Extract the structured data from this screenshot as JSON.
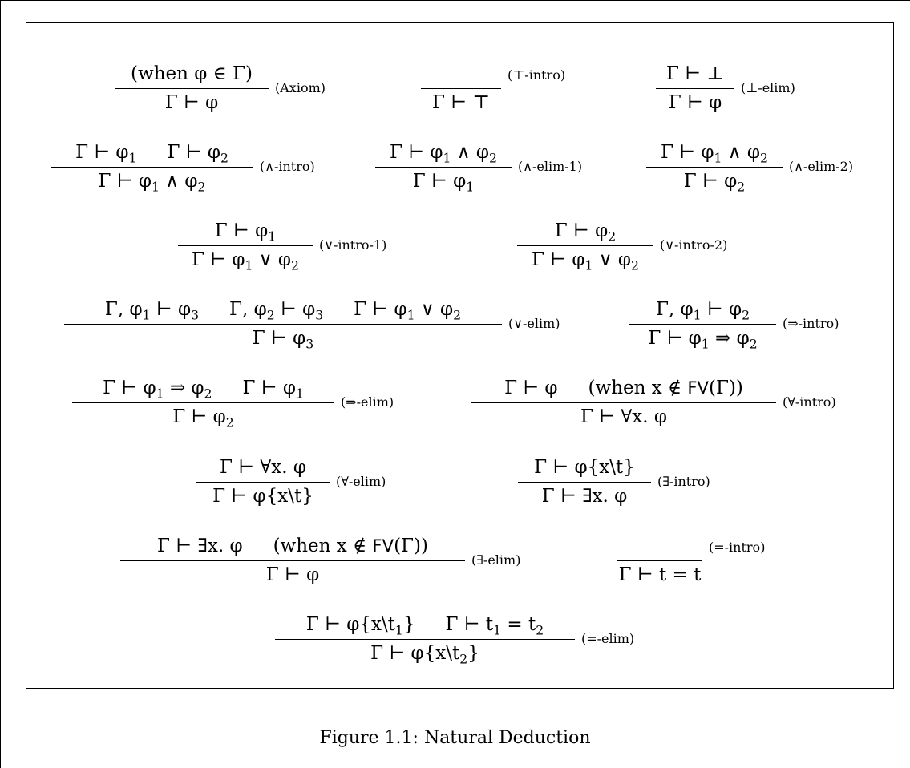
{
  "caption": "Figure 1.1: Natural Deduction",
  "rules": [
    {
      "name": "(Axiom)",
      "premises": [
        "(when φ ∈ Γ)"
      ],
      "conclusion": "Γ ⊢ φ"
    },
    {
      "name": "(⊤-intro)",
      "premises": [],
      "conclusion": "Γ ⊢ ⊤"
    },
    {
      "name": "(⊥-elim)",
      "premises": [
        "Γ ⊢ ⊥"
      ],
      "conclusion": "Γ ⊢ φ"
    },
    {
      "name": "(∧-intro)",
      "premises": [
        "Γ ⊢ φ_1",
        "Γ ⊢ φ_2"
      ],
      "conclusion": "Γ ⊢ φ_1 ∧ φ_2"
    },
    {
      "name": "(∧-elim-1)",
      "premises": [
        "Γ ⊢ φ_1 ∧ φ_2"
      ],
      "conclusion": "Γ ⊢ φ_1"
    },
    {
      "name": "(∧-elim-2)",
      "premises": [
        "Γ ⊢ φ_1 ∧ φ_2"
      ],
      "conclusion": "Γ ⊢ φ_2"
    },
    {
      "name": "(∨-intro-1)",
      "premises": [
        "Γ ⊢ φ_1"
      ],
      "conclusion": "Γ ⊢ φ_1 ∨ φ_2"
    },
    {
      "name": "(∨-intro-2)",
      "premises": [
        "Γ ⊢ φ_2"
      ],
      "conclusion": "Γ ⊢ φ_1 ∨ φ_2"
    },
    {
      "name": "(∨-elim)",
      "premises": [
        "Γ, φ_1 ⊢ φ_3",
        "Γ, φ_2 ⊢ φ_3",
        "Γ ⊢ φ_1 ∨ φ_2"
      ],
      "conclusion": "Γ ⊢ φ_3"
    },
    {
      "name": "(⇒-intro)",
      "premises": [
        "Γ, φ_1 ⊢ φ_2"
      ],
      "conclusion": "Γ ⊢ φ_1 ⇒ φ_2"
    },
    {
      "name": "(⇒-elim)",
      "premises": [
        "Γ ⊢ φ_1 ⇒ φ_2",
        "Γ ⊢ φ_1"
      ],
      "conclusion": "Γ ⊢ φ_2"
    },
    {
      "name": "(∀-intro)",
      "premises": [
        "Γ ⊢ φ",
        "(when x ∉ [FV](Γ))"
      ],
      "conclusion": "Γ ⊢ ∀x. φ"
    },
    {
      "name": "(∀-elim)",
      "premises": [
        "Γ ⊢ ∀x. φ"
      ],
      "conclusion": "Γ ⊢ φ{x\\t}"
    },
    {
      "name": "(∃-intro)",
      "premises": [
        "Γ ⊢ φ{x\\t}"
      ],
      "conclusion": "Γ ⊢ ∃x. φ"
    },
    {
      "name": "(∃-elim)",
      "premises": [
        "Γ ⊢ ∃x. φ",
        "(when x ∉ [FV](Γ))"
      ],
      "conclusion": "Γ ⊢ φ"
    },
    {
      "name": "(=-intro)",
      "premises": [],
      "conclusion": "Γ ⊢ t = t"
    },
    {
      "name": "(=-elim)",
      "premises": [
        "Γ ⊢ φ{x\\t_1}",
        "Γ ⊢ t_1 = t_2"
      ],
      "conclusion": "Γ ⊢ φ{x\\t_2}"
    }
  ]
}
